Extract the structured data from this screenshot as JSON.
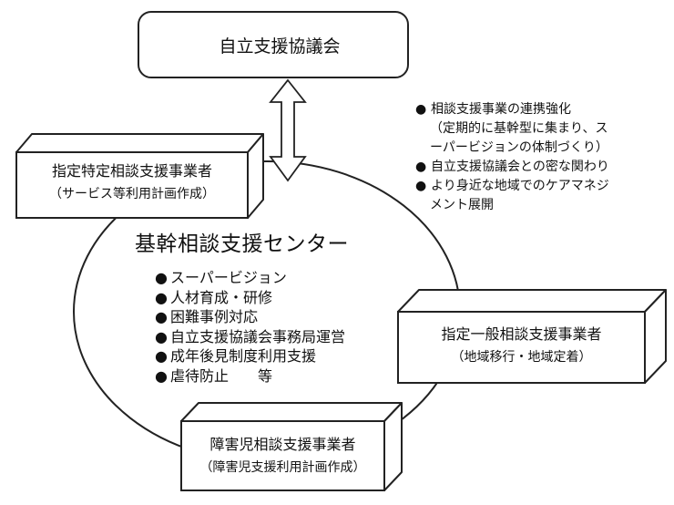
{
  "council": {
    "label": "自立支援協議会"
  },
  "center": {
    "title": "基幹相談支援センター",
    "functions": [
      "スーパービジョン",
      "人材育成・研修",
      "困難事例対応",
      "自立支援協議会事務局運営",
      "成年後見制度利用支援",
      "虐待防止　　等"
    ]
  },
  "notes": {
    "items": [
      {
        "line1": "相談支援事業の連携強化",
        "line2": "（定期的に基幹型に集まり、ス",
        "line3": "ーパービジョンの体制づくり）"
      },
      {
        "line1": "自立支援協議会との密な関わり"
      },
      {
        "line1": "より身近な地域でのケアマネジ",
        "line2": "メント展開"
      }
    ]
  },
  "boxes": {
    "specific": {
      "title": "指定特定相談支援事業者",
      "subtitle": "（サービス等利用計画作成）"
    },
    "general": {
      "title": "指定一般相談支援事業者",
      "subtitle": "（地域移行・地域定着）"
    },
    "child": {
      "title": "障害児相談支援事業者",
      "subtitle": "（障害児支援利用計画作成）"
    }
  },
  "style": {
    "line_color": "#222222",
    "fill_color": "#ffffff"
  }
}
